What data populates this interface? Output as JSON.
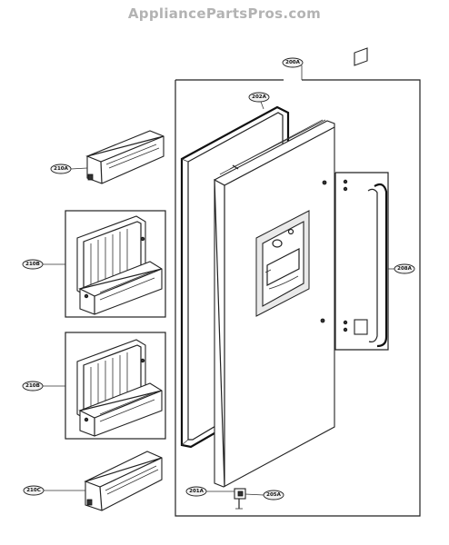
{
  "watermark": "AppliancePartsPros.com",
  "callouts": {
    "door_assembly": "200A",
    "gasket": "202A",
    "handle": "208A",
    "shelf_top": "210A",
    "basket_1": "210B",
    "basket_2": "210B",
    "shelf_bottom": "210C",
    "hinge_1": "201A",
    "hinge_2": "205A"
  }
}
